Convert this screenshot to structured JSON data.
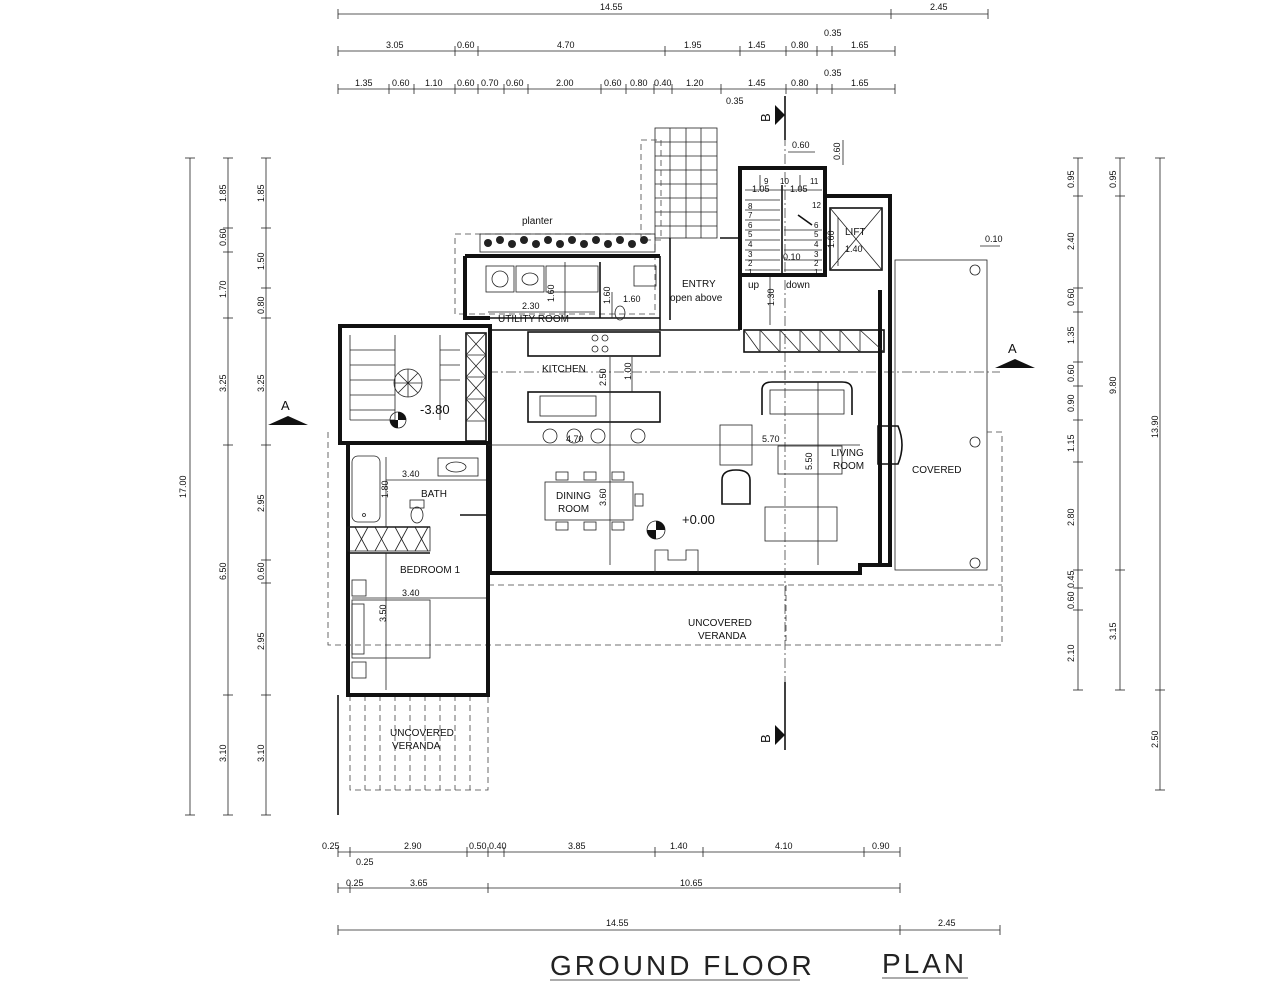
{
  "title": {
    "left": "GROUND FLOOR",
    "right": "PLAN"
  },
  "rooms": {
    "planter": "planter",
    "utility": "UTILITY ROOM",
    "entry": "ENTRY",
    "entry_sub": "open above",
    "lift": "LIFT",
    "up": "up",
    "down": "down",
    "kitchen": "KITCHEN",
    "living1": "LIVING",
    "living2": "ROOM",
    "dining1": "DINING",
    "dining2": "ROOM",
    "covered": "COVERED",
    "bath": "BATH",
    "bedroom": "BEDROOM 1",
    "veranda1a": "UNCOVERED",
    "veranda1b": "VERANDA",
    "veranda2a": "UNCOVERED",
    "veranda2b": "VERANDA",
    "level_low": "-3.80",
    "level_main": "+0.00",
    "section_a": "A",
    "section_b": "B"
  },
  "dims_top": {
    "row1": [
      "14.55",
      "2.45"
    ],
    "row2": [
      "3.05",
      "0.60",
      "4.70",
      "1.95",
      "1.45",
      "0.80",
      "0.35",
      "1.65"
    ],
    "row3": [
      "1.35",
      "0.60",
      "1.10",
      "0.60",
      "0.70",
      "0.60",
      "2.00",
      "0.60",
      "0.80",
      "0.40",
      "1.20",
      "1.45",
      "0.80",
      "0.35",
      "1.65"
    ],
    "small": "0.35"
  },
  "dims_bottom": {
    "row1": [
      "0.25",
      "2.90",
      "0.50",
      "0.40",
      "3.85",
      "1.40",
      "4.10",
      "0.90"
    ],
    "row1b": "0.25",
    "row2": [
      "0.25",
      "3.65",
      "10.65"
    ],
    "row3": [
      "14.55",
      "2.45"
    ]
  },
  "dims_left": {
    "col1": "17.00",
    "col2": [
      "1.85",
      "0.60",
      "1.70",
      "3.25",
      "6.50",
      "3.10"
    ],
    "col3": [
      "1.85",
      "1.50",
      "0.80",
      "3.25",
      "2.95",
      "0.60",
      "2.95",
      "3.10"
    ]
  },
  "dims_right": {
    "col1": [
      "0.95",
      "2.40",
      "0.60",
      "1.35",
      "0.60",
      "0.90",
      "1.15",
      "2.80",
      "0.45",
      "0.60",
      "2.10"
    ],
    "col2": [
      "0.95",
      "9.80",
      "3.15"
    ],
    "col3": [
      "13.90",
      "2.50"
    ],
    "small": "0.10"
  },
  "dims_inner": {
    "stair_w1": "1.05",
    "stair_w2": "1.05",
    "top_060": "0.60",
    "top_060v": "0.60",
    "lift_h": "1.60",
    "lift_w": "1.40",
    "stair_010": "0.10",
    "stair_130": "1.30",
    "utility_w": "2.30",
    "utility_h": "1.60",
    "wc_h": "1.60",
    "wc_w": "1.60",
    "kitchen_h": "2.50",
    "island_h": "1.00",
    "kitchen_w": "4.70",
    "living_w": "5.70",
    "living_h": "5.50",
    "dining_h": "3.60",
    "bath_w": "3.40",
    "bath_h": "1.80",
    "bed_w": "3.40",
    "bed_h": "3.50"
  },
  "stair_numbers": [
    "1",
    "2",
    "3",
    "4",
    "5",
    "6",
    "7",
    "8",
    "9",
    "10",
    "11",
    "12",
    "1",
    "2",
    "3",
    "4",
    "5",
    "6"
  ]
}
